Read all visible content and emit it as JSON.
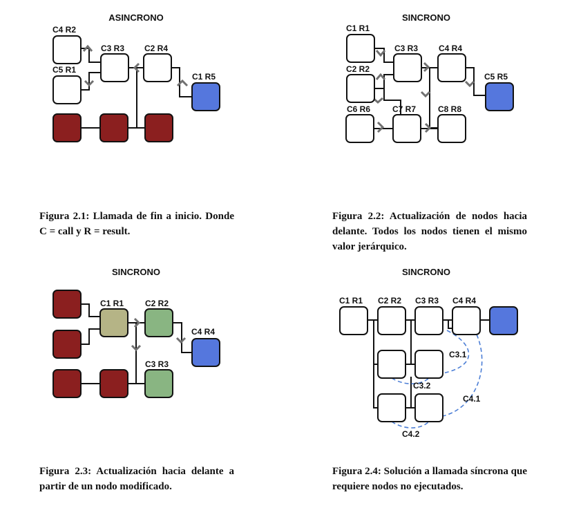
{
  "figures": [
    {
      "title": "ASINCRONO",
      "caption": "Figura 2.1: Llamada de fin a inicio. Donde C = call y R = result.",
      "nodes": [
        {
          "label": "C4 R2",
          "state": "empty"
        },
        {
          "label": "C3 R3",
          "state": "empty"
        },
        {
          "label": "C2 R4",
          "state": "empty"
        },
        {
          "label": "C5 R1",
          "state": "empty"
        },
        {
          "label": "C1 R5",
          "state": "final"
        },
        {
          "label": "",
          "state": "executed"
        },
        {
          "label": "",
          "state": "executed"
        },
        {
          "label": "",
          "state": "executed"
        }
      ]
    },
    {
      "title": "SINCRONO",
      "caption": "Figura 2.2: Actualización de nodos hacia delante. Todos los nodos tienen el mismo valor jerárquico.",
      "nodes": [
        {
          "label": "C1 R1",
          "state": "empty"
        },
        {
          "label": "C3 R3",
          "state": "empty"
        },
        {
          "label": "C4 R4",
          "state": "empty"
        },
        {
          "label": "C2 R2",
          "state": "empty"
        },
        {
          "label": "C5 R5",
          "state": "final"
        },
        {
          "label": "C6 R6",
          "state": "empty"
        },
        {
          "label": "C7 R7",
          "state": "empty"
        },
        {
          "label": "C8 R8",
          "state": "empty"
        }
      ]
    },
    {
      "title": "SINCRONO",
      "caption": "Figura 2.3: Actualización hacia delante a partir de un nodo modificado.",
      "nodes": [
        {
          "label": "",
          "state": "executed"
        },
        {
          "label": "C1 R1",
          "state": "modified"
        },
        {
          "label": "C2 R2",
          "state": "updated"
        },
        {
          "label": "",
          "state": "executed"
        },
        {
          "label": "C4 R4",
          "state": "final"
        },
        {
          "label": "",
          "state": "executed"
        },
        {
          "label": "",
          "state": "executed"
        },
        {
          "label": "C3 R3",
          "state": "updated"
        }
      ]
    },
    {
      "title": "SINCRONO",
      "caption": "Figura 2.4: Solución a llamada síncrona que requiere nodos no ejecutados.",
      "nodes": [
        {
          "label": "C1 R1",
          "state": "empty"
        },
        {
          "label": "C2 R2",
          "state": "empty"
        },
        {
          "label": "C3 R3",
          "state": "empty"
        },
        {
          "label": "C4 R4",
          "state": "empty"
        },
        {
          "label": "",
          "state": "final"
        },
        {
          "label": "",
          "state": "empty"
        },
        {
          "label": "",
          "state": "empty"
        },
        {
          "label": "",
          "state": "empty"
        },
        {
          "label": "",
          "state": "empty"
        }
      ],
      "call_labels": [
        "C3.1",
        "C3.2",
        "C4.1",
        "C4.2"
      ]
    }
  ],
  "colors": {
    "empty": "#ffffff",
    "executed": "#8b1f1f",
    "final": "#5577dd",
    "modified": "#b5b486",
    "updated": "#89b582",
    "stroke": "#111111",
    "arrow": "#707070",
    "dashed": "#4d7fd6"
  }
}
